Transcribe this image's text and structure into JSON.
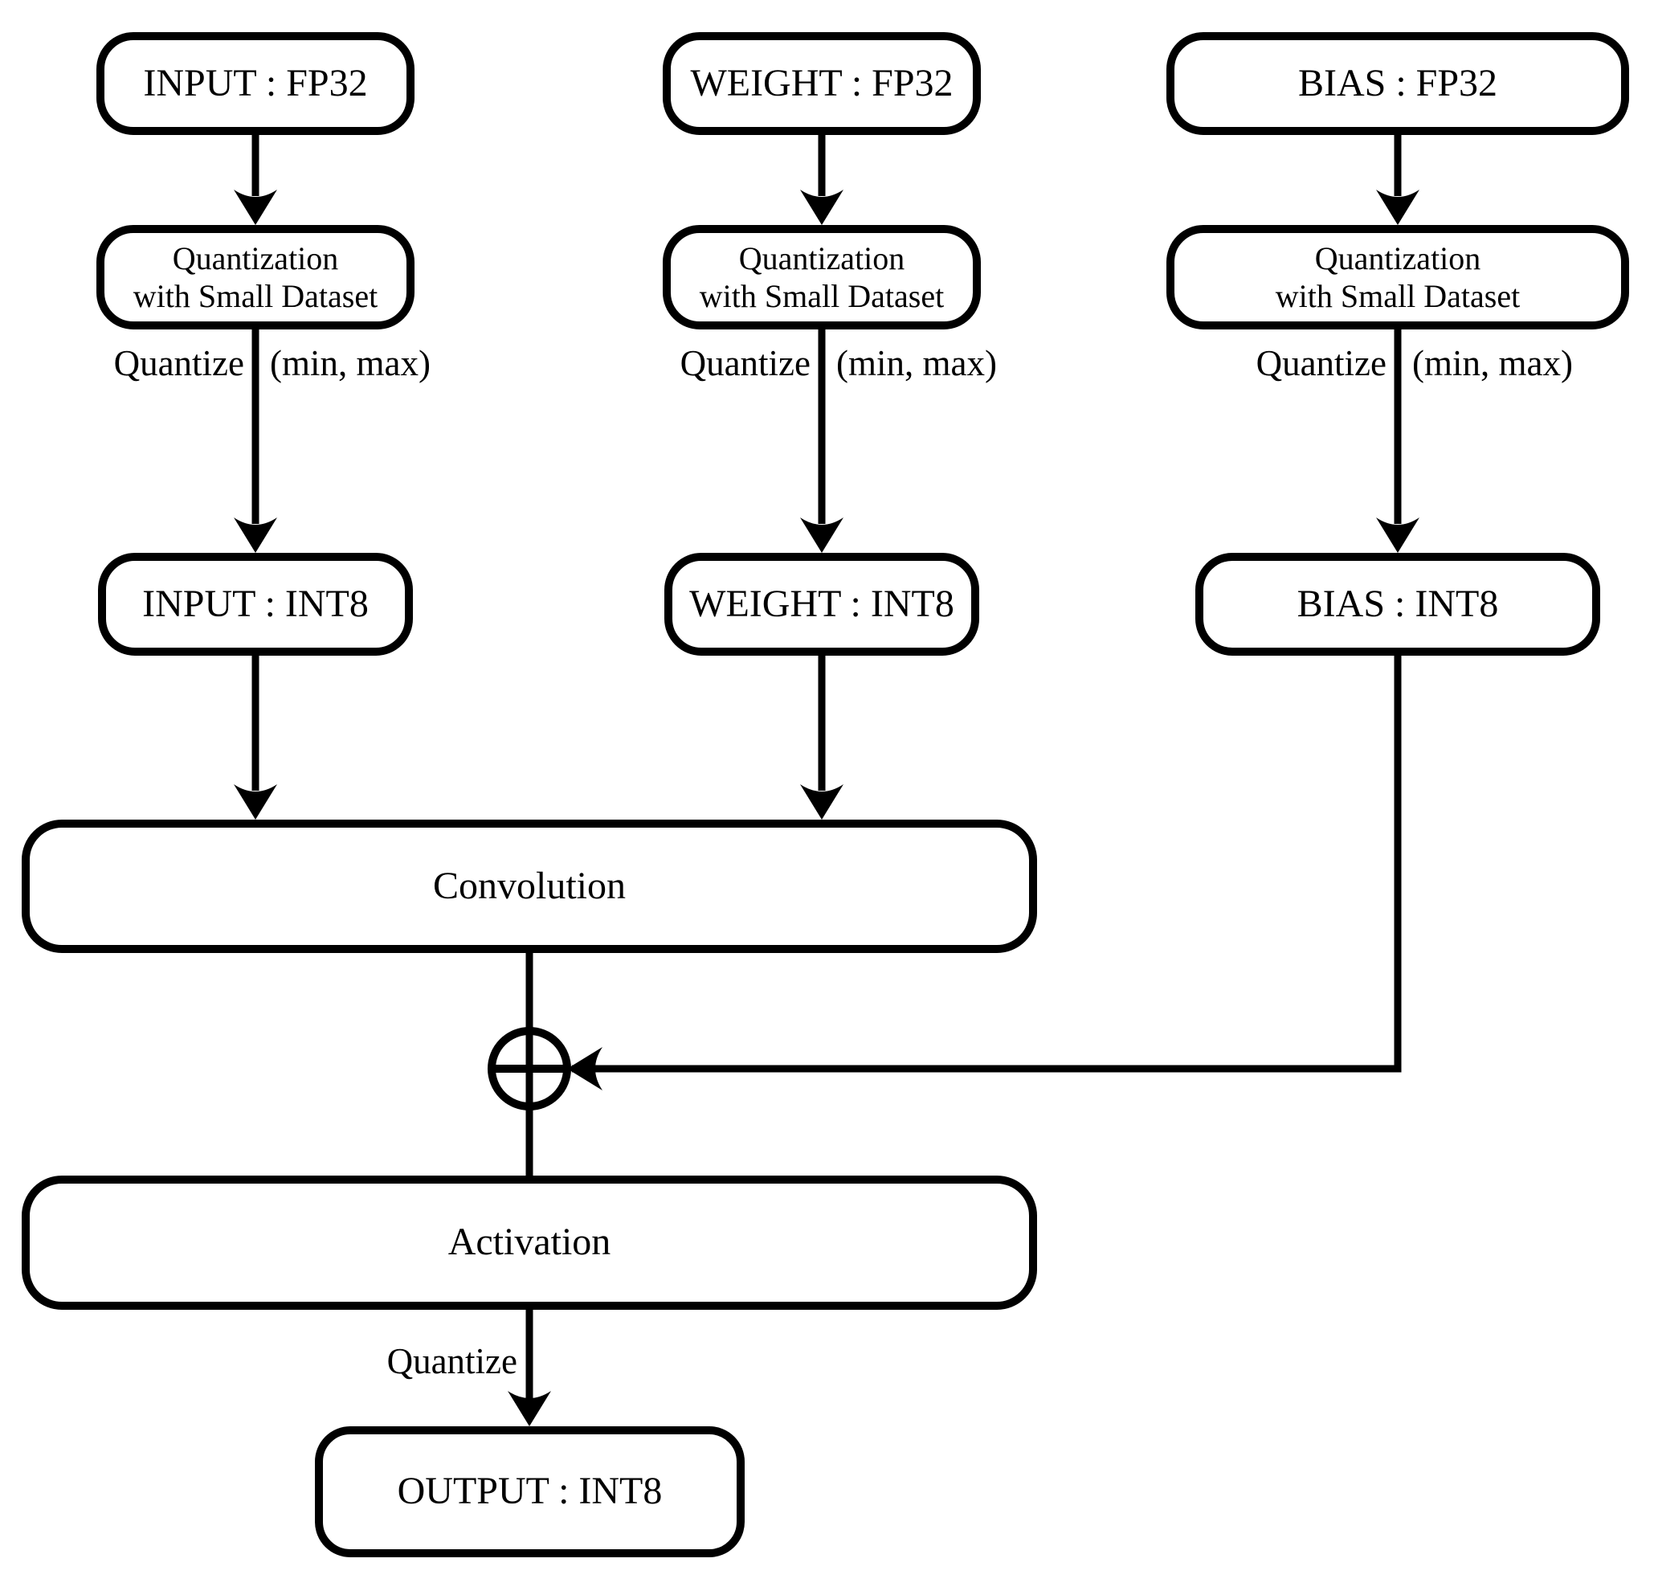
{
  "colors": {
    "stroke": "#000000",
    "background": "#ffffff"
  },
  "columns": [
    {
      "source_label": "INPUT : FP32",
      "quant_line1": "Quantization",
      "quant_line2": "with Small Dataset",
      "edge_left_label": "Quantize",
      "edge_right_label": "(min, max)",
      "result_label": "INPUT : INT8"
    },
    {
      "source_label": "WEIGHT : FP32",
      "quant_line1": "Quantization",
      "quant_line2": "with Small Dataset",
      "edge_left_label": "Quantize",
      "edge_right_label": "(min, max)",
      "result_label": "WEIGHT : INT8"
    },
    {
      "source_label": "BIAS : FP32",
      "quant_line1": "Quantization",
      "quant_line2": "with Small Dataset",
      "edge_left_label": "Quantize",
      "edge_right_label": "(min, max)",
      "result_label": "BIAS : INT8"
    }
  ],
  "main": {
    "convolution_label": "Convolution",
    "activation_label": "Activation",
    "final_edge_label": "Quantize",
    "output_label": "OUTPUT : INT8",
    "sum_node": "circled-plus"
  }
}
